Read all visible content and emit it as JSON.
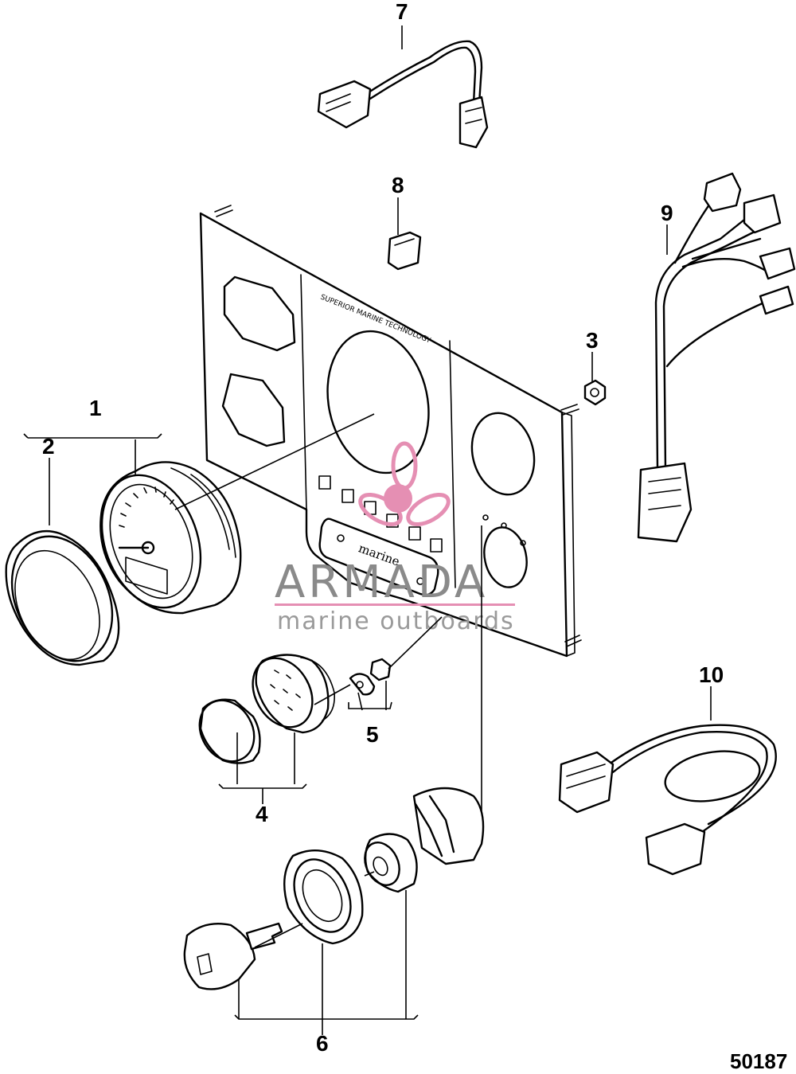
{
  "diagram_id": "50187",
  "callouts": {
    "c1": "1",
    "c2": "2",
    "c3": "3",
    "c4": "4",
    "c5": "5",
    "c6": "6",
    "c7": "7",
    "c8": "8",
    "c9": "9",
    "c10": "10"
  },
  "panel": {
    "brand": "marine",
    "header_text": "SUPERIOR MARINE TECHNOLOGY"
  },
  "watermark": {
    "title": "ARMADA",
    "subtitle": "marine outboards",
    "accent_color": "#e58fb3",
    "line_color": "#e58fb3"
  }
}
